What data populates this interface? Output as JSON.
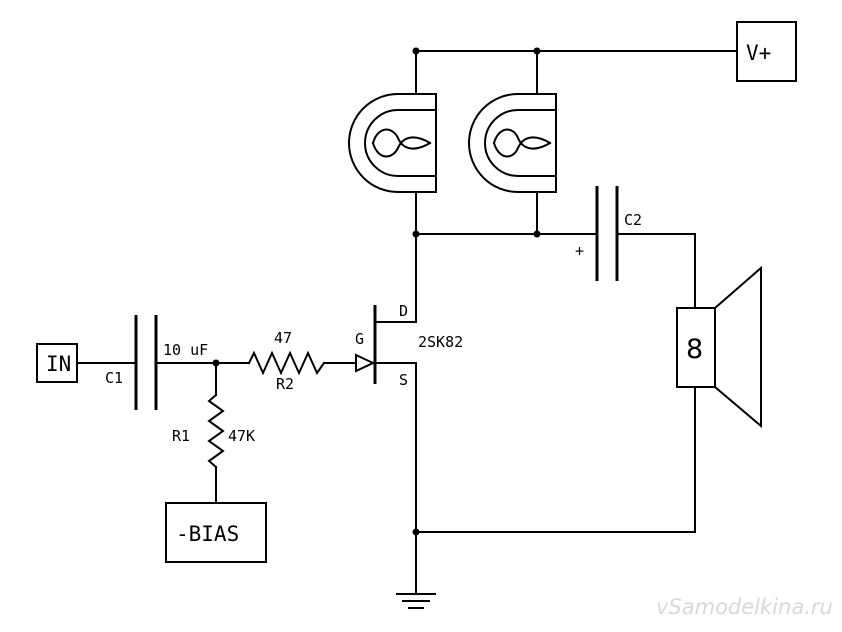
{
  "labels": {
    "input": "IN",
    "supply": "V+",
    "bias": "-BIAS",
    "c1": "C1",
    "c1_value": "10 uF",
    "r2_value": "47",
    "r2": "R2",
    "r1": "R1",
    "r1_value": "47K",
    "gate": "G",
    "drain": "D",
    "source": "S",
    "transistor": "2SK82",
    "c2": "C2",
    "c2_polarity": "+",
    "speaker": "8"
  },
  "watermark": "vSamodelkina.ru"
}
